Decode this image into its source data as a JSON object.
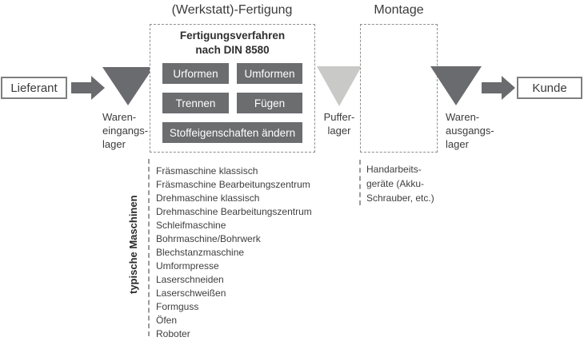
{
  "colors": {
    "shape_dark": "#6a6b6e",
    "shape_light": "#c9cac7",
    "process_button_bg": "#6c6d6f",
    "process_button_text": "#ffffff",
    "text_dark": "#3b3b3b",
    "node_border": "#7f7f7f",
    "dash_border": "#8f8f8f"
  },
  "nodes": {
    "supplier": "Lieferant",
    "customer": "Kunde"
  },
  "sections": {
    "fertigung": {
      "title": "(Werkstatt)-Fertigung",
      "subtitle_line1": "Fertigungsverfahren",
      "subtitle_line2": "nach DIN 8580",
      "processes": [
        "Urformen",
        "Umformen",
        "Trennen",
        "Fügen",
        "Stoffeigenschaften ändern"
      ]
    },
    "montage": {
      "title": "Montage"
    }
  },
  "storages": {
    "eingang": {
      "lines": [
        "Waren-",
        "eingangs-",
        "lager"
      ]
    },
    "puffer": {
      "lines": [
        "Puffer-",
        "lager"
      ]
    },
    "ausgang": {
      "lines": [
        "Waren-",
        "ausgangs-",
        "lager"
      ]
    }
  },
  "machines": {
    "axis_label": "typische Maschinen",
    "items": [
      "Fräsmaschine klassisch",
      "Fräsmaschine Bearbeitungszentrum",
      "Drehmaschine klassisch",
      "Drehmaschine Bearbeitungszentrum",
      "Schleifmaschine",
      "Bohrmaschine/Bohrwerk",
      "Blechstanzmaschine",
      "Umformpresse",
      "Laserschneiden",
      "Laserschweißen",
      "Formguss",
      "Öfen",
      "Roboter"
    ]
  },
  "montage_tools": {
    "lines": [
      "Handarbeits-",
      "geräte (Akku-",
      "Schrauber, etc.)"
    ]
  }
}
